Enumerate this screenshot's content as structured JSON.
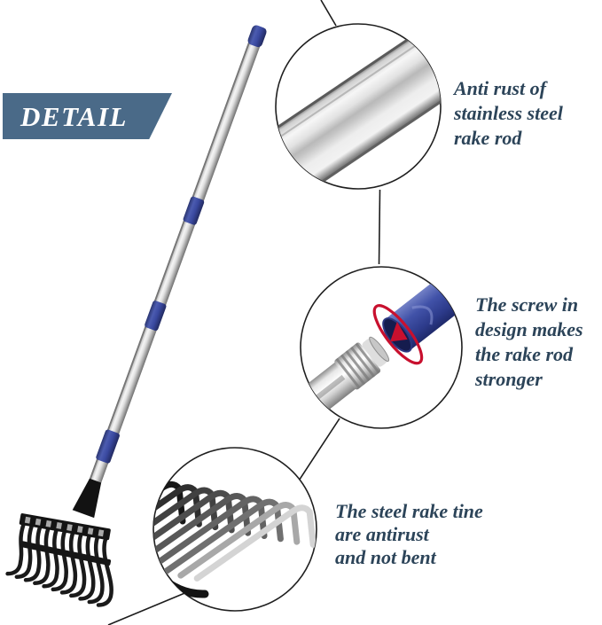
{
  "banner": {
    "label": "DETAIL"
  },
  "callouts": {
    "rod": {
      "text": "Anti rust of\nstainless steel\nrake rod"
    },
    "screw": {
      "text": "The screw in\ndesign makes\nthe rake rod\nstronger"
    },
    "tines": {
      "text": "The steel rake tine\nare antirust\nand not bent"
    }
  },
  "colors": {
    "caption-text": "#2c4459",
    "banner-bg": "#4a6a88",
    "banner-text": "#ffffff",
    "handle-blue": "#3f4fa3",
    "arrow-red": "#c8102e",
    "line-black": "#1c1c1c"
  }
}
